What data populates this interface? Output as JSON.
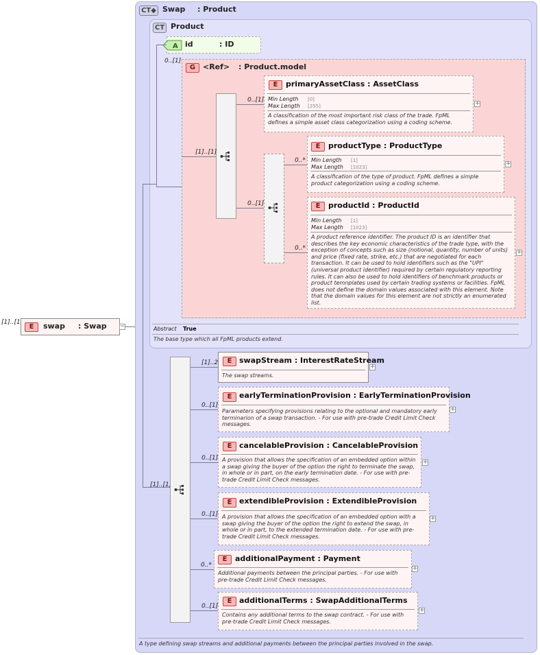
{
  "root": {
    "cardinality": "[1]..[1]",
    "badge": "E",
    "name": "swap",
    "type": ": Swap",
    "collapse": "−"
  },
  "swap_type": {
    "badge": "CT",
    "name": "Swap",
    "base": ": Product",
    "doc": "A type defining swap streams and additional payments between the principal parties involved in the swap."
  },
  "product_type": {
    "badge": "CT",
    "name": "Product",
    "abstract_label": "Abstract",
    "abstract_value": "True",
    "doc": "The base type which all FpML products extend.",
    "attribute": {
      "cardinality": "0..[1]",
      "badge": "A",
      "name": "id",
      "type": ": ID"
    },
    "group": {
      "badge": "G",
      "name": "<Ref>",
      "type": ": Product.model",
      "cardinality": "[1]..[1]",
      "elements": [
        {
          "cardinality": "0..[1]",
          "badge": "E",
          "name": "primaryAssetClass",
          "type": ": AssetClass",
          "facets": [
            {
              "label": "Min Length",
              "value": "[0]"
            },
            {
              "label": "Max Length",
              "value": "[255]"
            }
          ],
          "doc": "A classification of the most important risk class of the trade. FpML defines a simple asset class categorization using a coding scheme."
        }
      ],
      "choice": {
        "cardinality": "0..[1]",
        "elements": [
          {
            "cardinality": "0..*",
            "badge": "E",
            "name": "productType",
            "type": ": ProductType",
            "facets": [
              {
                "label": "Min Length",
                "value": "[1]"
              },
              {
                "label": "Max Length",
                "value": "[1023]"
              }
            ],
            "doc": "A classification of the type of product. FpML defines a simple product categorization using a coding scheme."
          },
          {
            "cardinality": "0..*",
            "badge": "E",
            "name": "productId",
            "type": ": ProductId",
            "facets": [
              {
                "label": "Min Length",
                "value": "[1]"
              },
              {
                "label": "Max Length",
                "value": "[1023]"
              }
            ],
            "doc": "A product reference identifier. The product ID is an identifier that describes the key economic characteristics of the trade type, with the exception of concepts such as size (notional, quantity, number of units) and price (fixed rate, strike, etc.) that are negotiated for each transaction. It can be used to hold identifiers such as the \"UPI\" (universal product identifier) required by certain regulatory reporting rules. It can also be used to hold identifiers of benchmark products or product temnplates used by certain trading systems or facilities. FpML does not define the domain values associated with this element. Note that the domain values for this element are not strictly an enumerated list."
          }
        ]
      }
    }
  },
  "swap_sequence": {
    "cardinality": "[1]..[1]",
    "elements": [
      {
        "cardinality": "[1]..2",
        "badge": "E",
        "name": "swapStream",
        "type": ": InterestRateStream",
        "doc": "The swap streams."
      },
      {
        "cardinality": "0..[1]",
        "badge": "E",
        "name": "earlyTerminationProvision",
        "type": ": EarlyTerminationProvision",
        "doc": "Parameters specifying provisions relating to the optional and mandatory early terminarion of a swap transaction. - For use with pre-trade Credit Limit Check messages."
      },
      {
        "cardinality": "0..[1]",
        "badge": "E",
        "name": "cancelableProvision",
        "type": ": CancelableProvision",
        "doc": "A provision that allows the specification of an embedded option within a swap giving the buyer of the option the right to terminate the swap, in whole or in part, on the early termination date. - For use with pre-trade Credit Limit Check messages."
      },
      {
        "cardinality": "0..[1]",
        "badge": "E",
        "name": "extendibleProvision",
        "type": ": ExtendibleProvision",
        "doc": "A provision that allows the specification of an embedded option with a swap giving the buyer of the option the right to extend the swap, in whole or in part, to the extended termination date. - For use with pre-trade Credit Limit Check messages."
      },
      {
        "cardinality": "0..*",
        "badge": "E",
        "name": "additionalPayment",
        "type": ": Payment",
        "doc": "Additional payments between the principal parties. - For use with pre-trade Credit Limit Check messages."
      },
      {
        "cardinality": "0..[1]",
        "badge": "E",
        "name": "additionalTerms",
        "type": ": SwapAdditionalTerms",
        "doc": "Contains any additional terms to the swap contract. - For use with pre-trade Credit Limit Check messages."
      }
    ]
  },
  "icons": {
    "expand": "plus-box-icon",
    "sequence": "sequence-compositor-icon",
    "choice": "choice-compositor-icon"
  },
  "colors": {
    "complex_type_bg": "#d7d7f8",
    "element_badge": "#f4b9b9",
    "group_bg": "#fbd5d5",
    "attribute_bg": "#f2fde9"
  }
}
